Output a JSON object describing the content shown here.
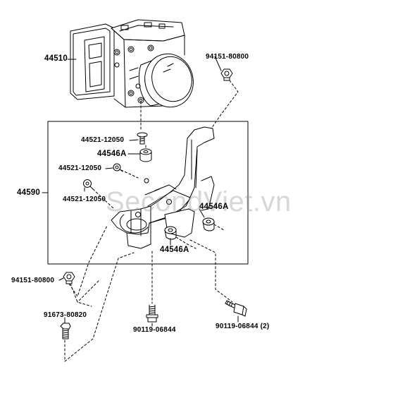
{
  "labels": {
    "part_44510": "44510",
    "part_44590": "44590",
    "nut_top_right": "94151-80800",
    "screw_upper": "44521-12050",
    "bushing_upper": "44546A",
    "screw_middle": "44521-12050",
    "screw_lower": "44521-12050",
    "bushing_right": "44546A",
    "bushing_bottom": "44546A",
    "nut_left": "94151-80800",
    "bolt_left": "91673-80820",
    "bolt_center": "90119-06844",
    "bolt_right": "90119-06844 (2)"
  },
  "watermark": "SecondViet.vn",
  "colors": {
    "line": "#000000",
    "watermark": "#969696",
    "background": "#ffffff"
  }
}
